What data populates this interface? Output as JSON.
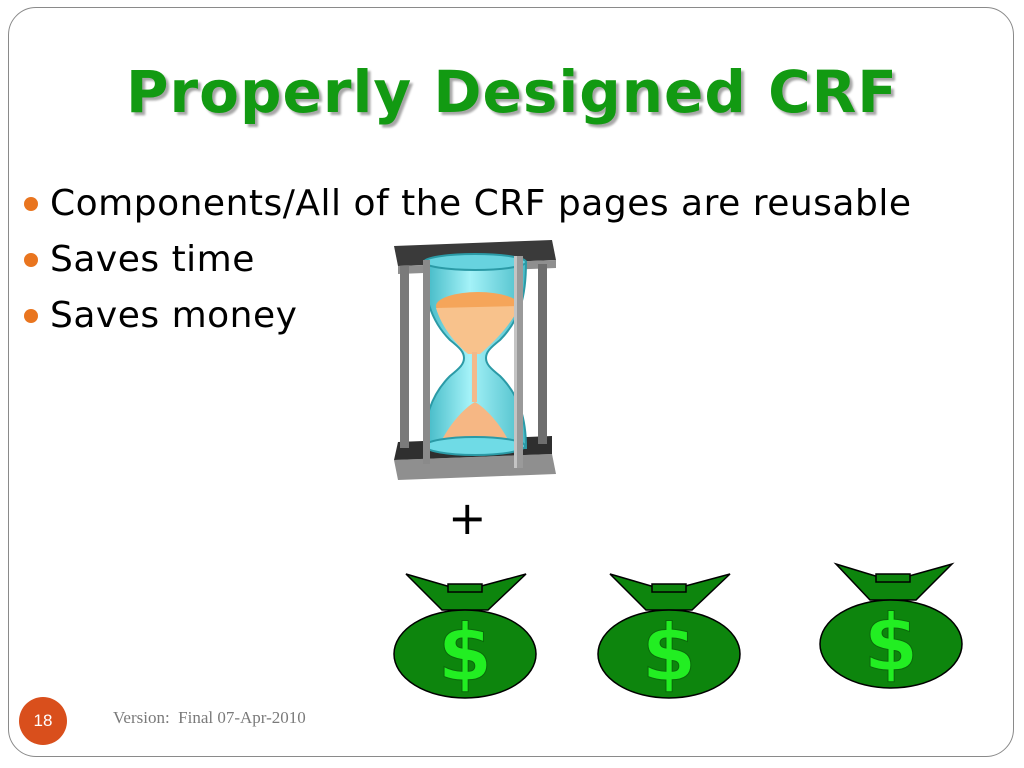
{
  "slide": {
    "title": "Properly Designed CRF",
    "bullets": [
      "Components/All of the CRF pages are reusable",
      "Saves time",
      "Saves money"
    ],
    "plus": "+",
    "money_bag_symbol": "$",
    "number": "18",
    "footer": "Version:  Final 07-Apr-2010"
  },
  "colors": {
    "title": "#129a12",
    "bullet_dot": "#e9751f",
    "money_bag": "#0d850d",
    "dollar_sign": "#22ee22",
    "hourglass_glass": "#7be0ea",
    "hourglass_sand": "#f5a55a",
    "hourglass_frame": "#444444",
    "number_badge": "#d94f1c"
  },
  "icons": {
    "hourglass": "hourglass-icon",
    "money_bag": "money-bag-icon"
  }
}
